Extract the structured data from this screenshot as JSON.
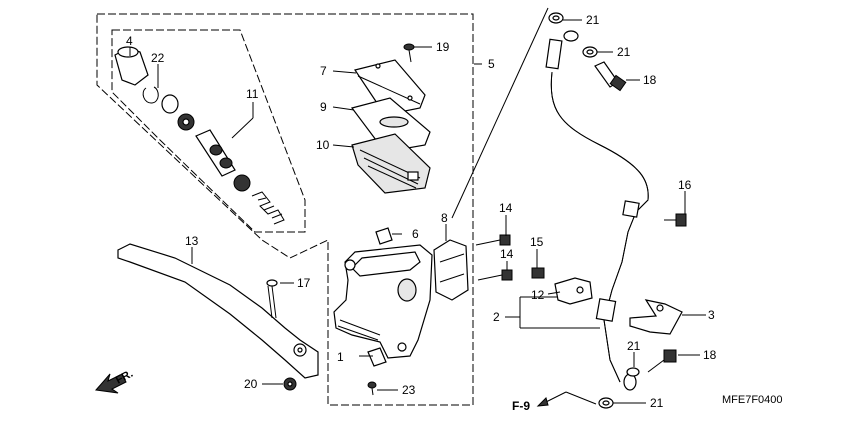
{
  "diagram_code": "MFE7F0400",
  "direction_label": "FR.",
  "reference_label": "F-9",
  "callouts": [
    "1",
    "2",
    "3",
    "4",
    "5",
    "6",
    "7",
    "8",
    "9",
    "10",
    "11",
    "12",
    "13",
    "14",
    "14",
    "15",
    "16",
    "17",
    "18",
    "18",
    "19",
    "20",
    "21",
    "21",
    "21",
    "21",
    "22",
    "23"
  ]
}
